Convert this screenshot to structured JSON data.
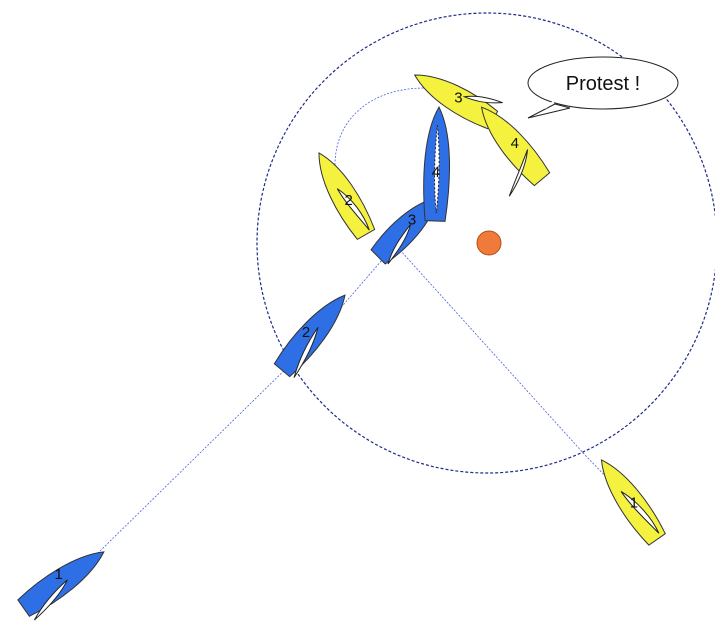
{
  "colors": {
    "blue_boat": "#2f6fe6",
    "yellow_boat": "#f4f23e",
    "mark": "#f07a3a",
    "circle": "#1f2a8a",
    "track": "#4a63d8"
  },
  "blue_boats": [
    {
      "label": "1"
    },
    {
      "label": "2"
    },
    {
      "label": "3"
    },
    {
      "label": "4"
    }
  ],
  "yellow_boats": [
    {
      "label": "1"
    },
    {
      "label": "2"
    },
    {
      "label": "3"
    },
    {
      "label": "4"
    }
  ],
  "speech_bubble": {
    "text": "Protest !"
  }
}
